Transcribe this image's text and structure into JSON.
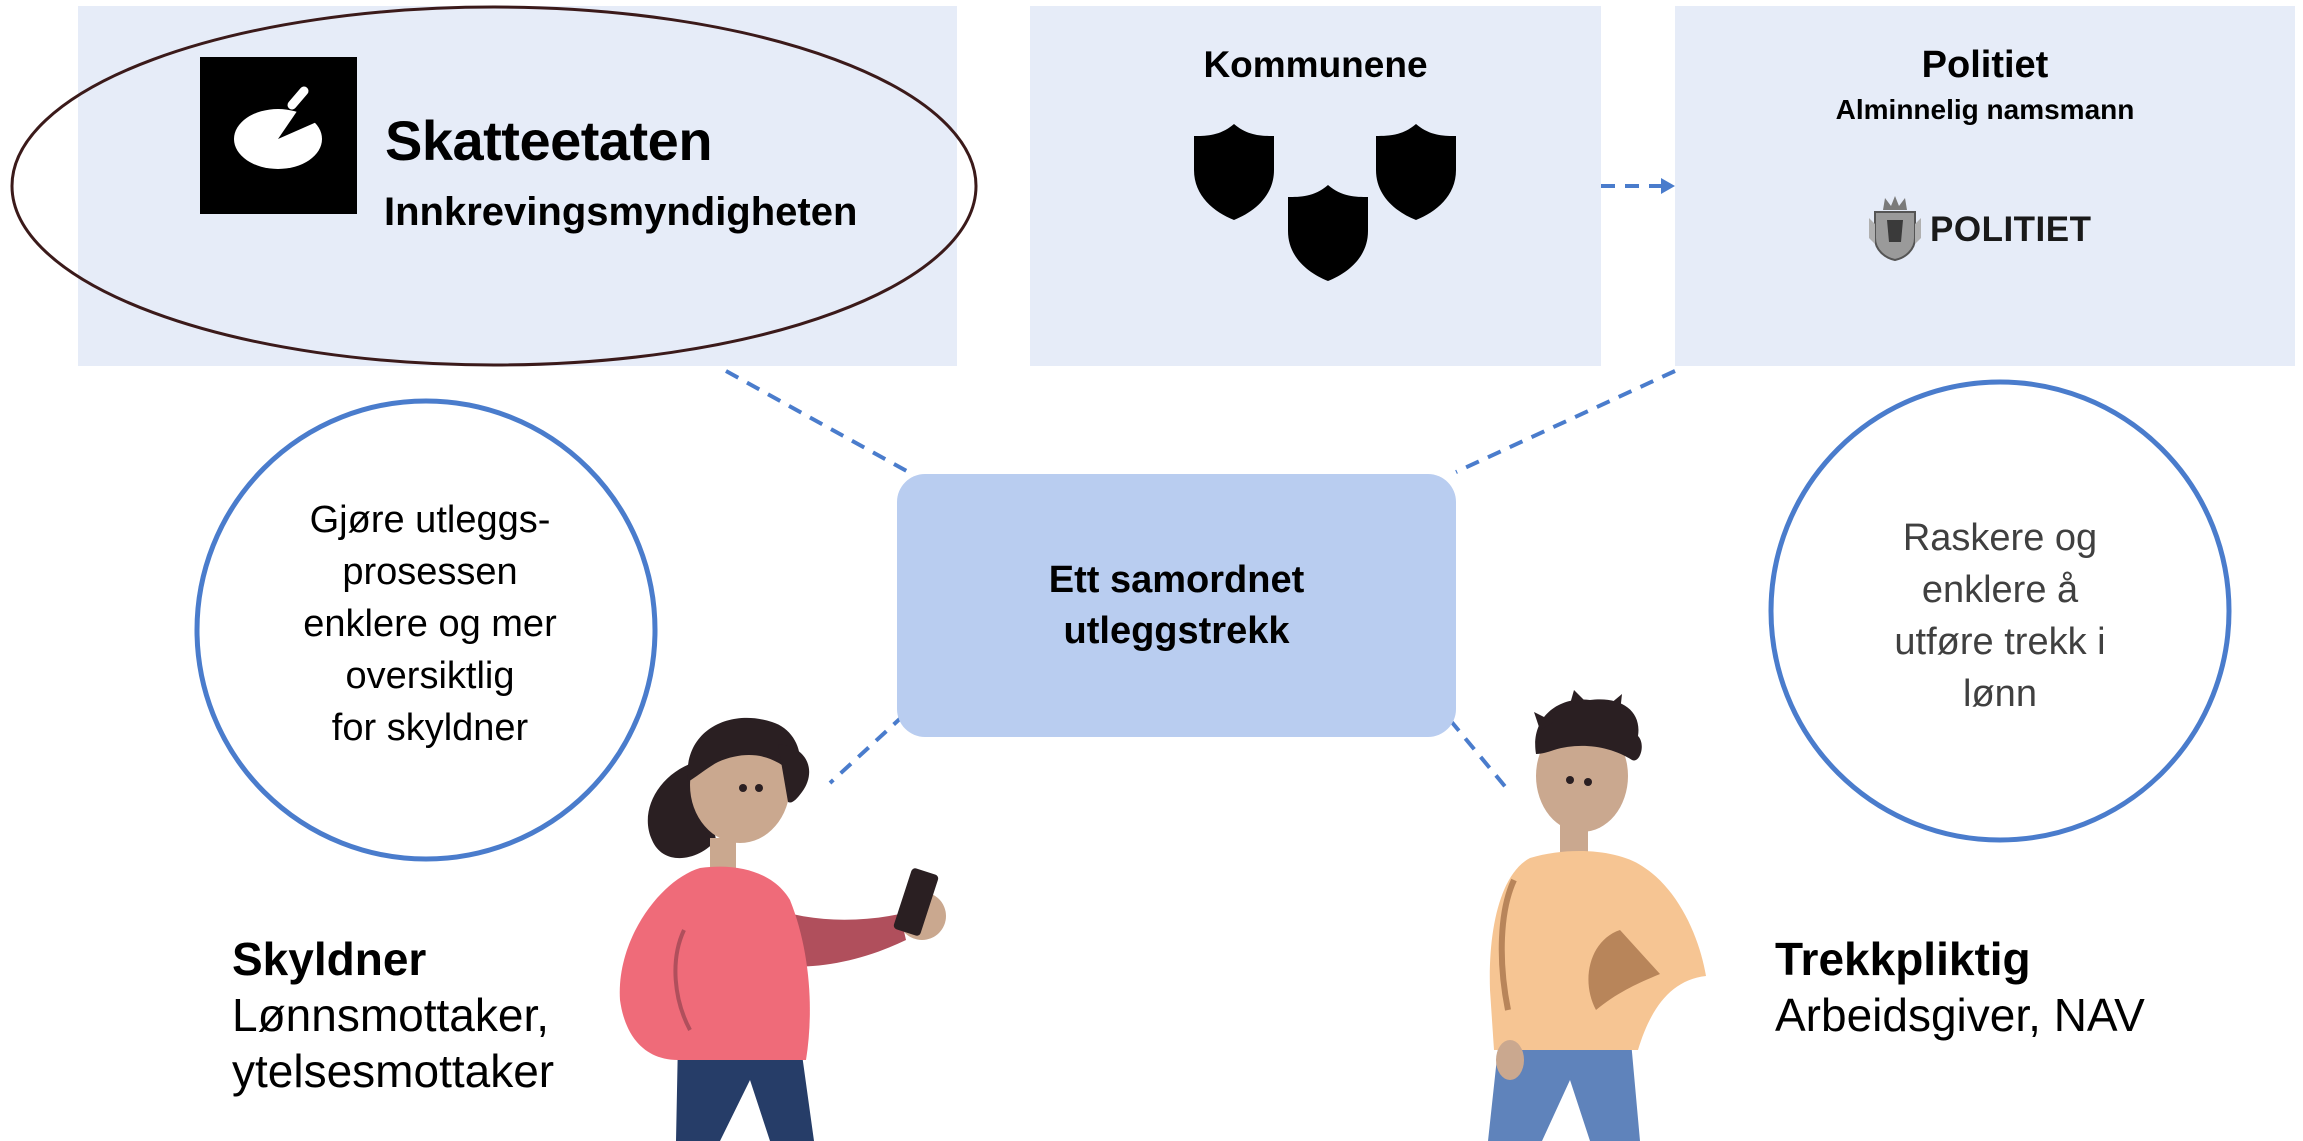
{
  "authorities": {
    "skatteetaten": {
      "name": "Skatteetaten",
      "role": "Innkrevingsmyndigheten",
      "logo_icon": "skatteetaten-logo-icon"
    },
    "kommunene": {
      "title": "Kommunene",
      "icon": "shield-icon"
    },
    "politiet": {
      "title": "Politiet",
      "subtitle": "Alminnelig namsmann",
      "logo_text": "POLITIET",
      "logo_icon": "police-crest-icon"
    }
  },
  "center": {
    "label": "Ett samordnet utleggstrekk"
  },
  "goals": {
    "left": {
      "lines": [
        "Gjøre utleggs-",
        "prosessen",
        "enklere og mer",
        "oversiktlig",
        "for skyldner"
      ]
    },
    "right": {
      "lines": [
        "Raskere og",
        "enklere å",
        "utføre trekk i",
        "lønn"
      ]
    }
  },
  "personas": {
    "debtor": {
      "title": "Skyldner",
      "lines": [
        "Lønnsmottaker,",
        "ytelsesmottaker"
      ]
    },
    "employer": {
      "title": "Trekkpliktig",
      "lines": [
        "Arbeidsgiver, NAV"
      ]
    }
  },
  "colors": {
    "authority_box": "#e6ecf8",
    "center_box": "#b9cdf0",
    "connector": "#4a7ccc",
    "circle_stroke": "#4a7ccc",
    "highlight_ellipse": "#3b1a1a",
    "woman_shirt": "#ef6b79",
    "man_shirt": "#f6c593",
    "trousers_dark": "#263d68",
    "trousers_light": "#5f83bb",
    "skin": "#caa88f",
    "hair": "#2a1f22"
  }
}
